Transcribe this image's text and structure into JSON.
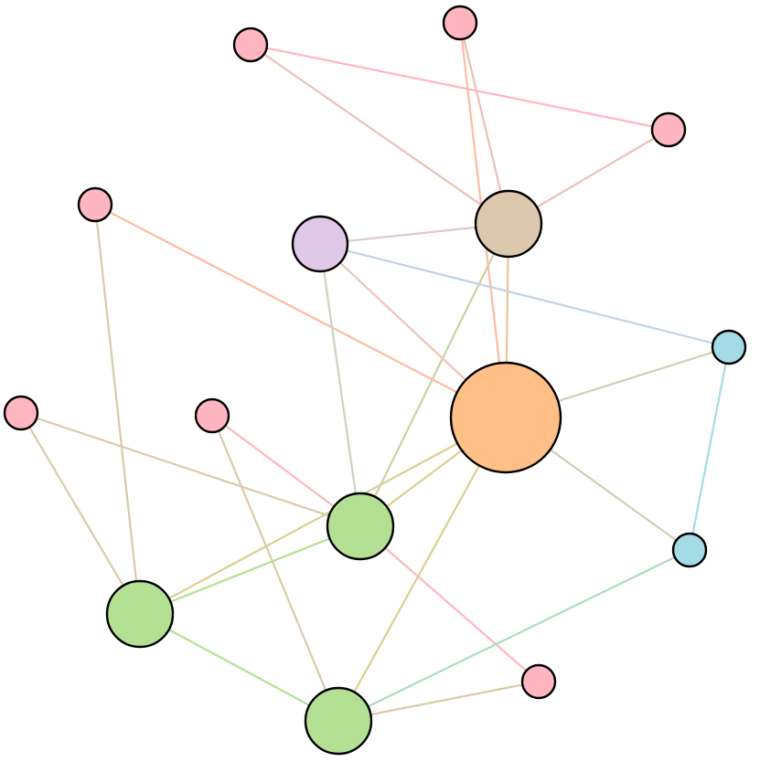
{
  "graph": {
    "node_colors": {
      "pink": "#ffb6c1",
      "tan": "#dbc8ae",
      "lavender": "#e0c8e8",
      "orange": "#ffbf86",
      "cyan": "#a4dbe6",
      "green": "#b4e094"
    },
    "nodes": [
      {
        "id": "n1",
        "color": "pink",
        "size": "small"
      },
      {
        "id": "n2",
        "color": "pink",
        "size": "small"
      },
      {
        "id": "n3",
        "color": "pink",
        "size": "small"
      },
      {
        "id": "n4",
        "color": "pink",
        "size": "small"
      },
      {
        "id": "n5",
        "color": "tan",
        "size": "large"
      },
      {
        "id": "n6",
        "color": "lavender",
        "size": "medium"
      },
      {
        "id": "n7",
        "color": "cyan",
        "size": "small"
      },
      {
        "id": "n8",
        "color": "orange",
        "size": "xlarge"
      },
      {
        "id": "n9",
        "color": "pink",
        "size": "small"
      },
      {
        "id": "n10",
        "color": "pink",
        "size": "small"
      },
      {
        "id": "n11",
        "color": "green",
        "size": "large"
      },
      {
        "id": "n12",
        "color": "cyan",
        "size": "small"
      },
      {
        "id": "n13",
        "color": "green",
        "size": "large"
      },
      {
        "id": "n14",
        "color": "pink",
        "size": "small"
      },
      {
        "id": "n15",
        "color": "green",
        "size": "large"
      }
    ],
    "edges": [
      {
        "source": "n1",
        "target": "n4",
        "color": "#ffb6c1"
      },
      {
        "source": "n1",
        "target": "n5",
        "color": "#ecbfb7"
      },
      {
        "source": "n2",
        "target": "n5",
        "color": "#ecbfb7"
      },
      {
        "source": "n2",
        "target": "n8",
        "color": "#ffbaa3"
      },
      {
        "source": "n4",
        "target": "n5",
        "color": "#ecbfb7"
      },
      {
        "source": "n6",
        "target": "n5",
        "color": "#ddc8cb"
      },
      {
        "source": "n5",
        "target": "n8",
        "color": "#edc49a"
      },
      {
        "source": "n5",
        "target": "n11",
        "color": "#c7d4a1"
      },
      {
        "source": "n3",
        "target": "n8",
        "color": "#ffbaa3"
      },
      {
        "source": "n6",
        "target": "n8",
        "color": "#efc3b7"
      },
      {
        "source": "n6",
        "target": "n7",
        "color": "#c2d2e7"
      },
      {
        "source": "n6",
        "target": "n11",
        "color": "#cad4be"
      },
      {
        "source": "n7",
        "target": "n8",
        "color": "#d1ceb6"
      },
      {
        "source": "n7",
        "target": "n12",
        "color": "#a4dbe6"
      },
      {
        "source": "n8",
        "target": "n12",
        "color": "#d1ceb6"
      },
      {
        "source": "n8",
        "target": "n11",
        "color": "#d9d08d"
      },
      {
        "source": "n8",
        "target": "n13",
        "color": "#d9d08d"
      },
      {
        "source": "n8",
        "target": "n15",
        "color": "#d9d08d"
      },
      {
        "source": "n3",
        "target": "n13",
        "color": "#d9cba8"
      },
      {
        "source": "n9",
        "target": "n11",
        "color": "#d9cba8"
      },
      {
        "source": "n9",
        "target": "n13",
        "color": "#d9cba8"
      },
      {
        "source": "n10",
        "target": "n11",
        "color": "#ffb6c1"
      },
      {
        "source": "n10",
        "target": "n15",
        "color": "#d9cba8"
      },
      {
        "source": "n11",
        "target": "n13",
        "color": "#b4e094"
      },
      {
        "source": "n11",
        "target": "n14",
        "color": "#ffb6c1"
      },
      {
        "source": "n13",
        "target": "n15",
        "color": "#b4e094"
      },
      {
        "source": "n14",
        "target": "n15",
        "color": "#d9cba8"
      },
      {
        "source": "n12",
        "target": "n15",
        "color": "#acdcbd"
      }
    ]
  }
}
